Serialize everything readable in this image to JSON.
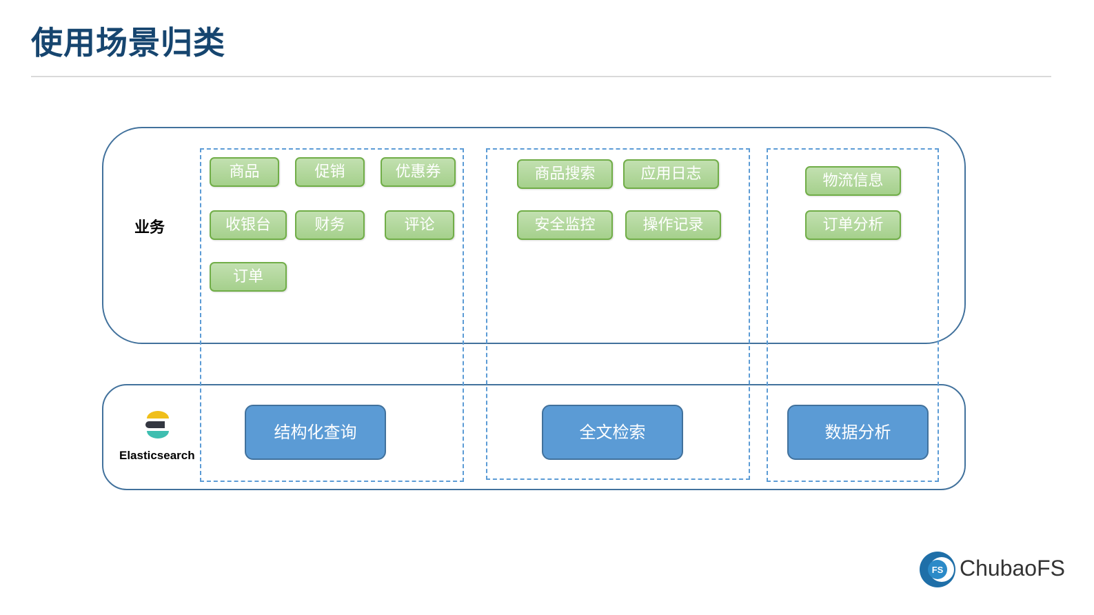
{
  "title": "使用场景归类",
  "business_label": "业务",
  "es_label": "Elasticsearch",
  "brand": {
    "name": "ChubaoFS",
    "mark": "FS"
  },
  "groups": [
    {
      "tags": [
        "商品",
        "促销",
        "优惠券",
        "收银台",
        "财务",
        "评论",
        "订单"
      ],
      "capability": "结构化查询"
    },
    {
      "tags": [
        "商品搜索",
        "应用日志",
        "安全监控",
        "操作记录"
      ],
      "capability": "全文检索"
    },
    {
      "tags": [
        "物流信息",
        "订单分析"
      ],
      "capability": "数据分析"
    }
  ],
  "colors": {
    "title": "#16456f",
    "panel_border": "#41719c",
    "dashed_border": "#5b9bd5",
    "tag_fill": "#a9d18e",
    "tag_border": "#70ad47",
    "capability_fill": "#5b9bd5",
    "brand_blue": "#1f6fa8"
  }
}
